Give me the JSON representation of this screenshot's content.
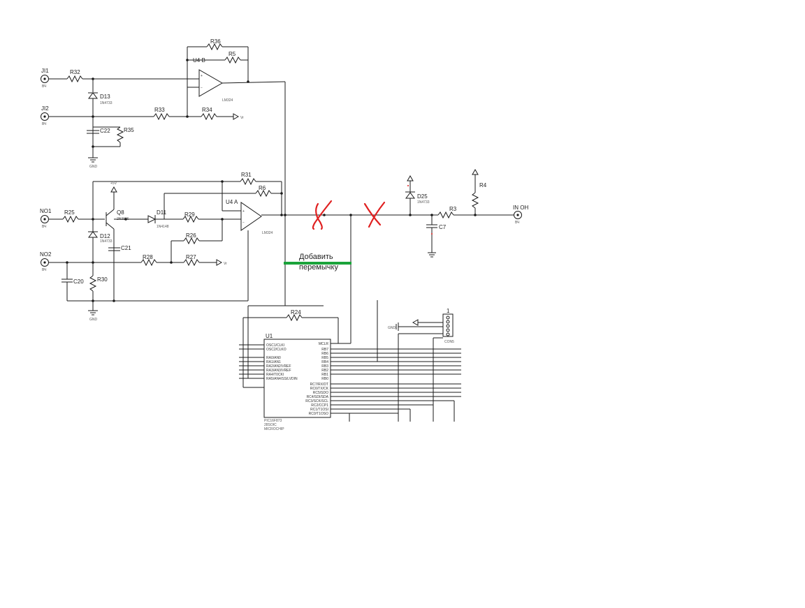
{
  "labels": {
    "J1": "JI1",
    "J2": "JI2",
    "NO1": "NO1",
    "NO2": "NO2",
    "INOH": "IN OH",
    "R32": "R32",
    "R33": "R33",
    "R34": "R34",
    "R35": "R35",
    "R36": "R36",
    "R5": "R5",
    "R25": "R25",
    "R26": "R26",
    "R27": "R27",
    "R28": "R28",
    "R29": "R29",
    "R30": "R30",
    "R31": "R31",
    "R6": "R6",
    "R3": "R3",
    "R4": "R4",
    "R24": "R24",
    "D13": "D13",
    "D11": "D11",
    "D12": "D12",
    "D25": "D25",
    "C22": "C22",
    "C21": "C21",
    "C20": "C20",
    "C7": "C7",
    "Q8": "Q8",
    "U4B": "U4 B",
    "U4A": "U4 A",
    "U1": "U1",
    "conn_pin1": "1"
  },
  "annotation": {
    "text_line1": "Добавить",
    "text_line2": "перемычку",
    "color": "#1aa33a"
  },
  "marks_color": "#e02020",
  "u1_pins_left": [
    "OSC1/CLKI",
    "OSC2/CLKO",
    "RA0/AN0",
    "RA1/AN1",
    "RA2/AN2/VREF",
    "RA3/AN3/VREF",
    "RA4/T0CKI",
    "RA5/AN4/SS/LVDIN"
  ],
  "u1_pins_right": [
    "MCLR",
    "RB7",
    "RB6",
    "RB5",
    "RB4",
    "RB3",
    "RB2",
    "RB1",
    "RB0",
    "RC7/RX/DT",
    "RC6/TX/CK",
    "RC5/SDO",
    "RC4/SDI/SDA",
    "RC3/SCK/SCL",
    "RC2/CCP1",
    "RC1/T1OSI",
    "RC0/T1OSO"
  ]
}
